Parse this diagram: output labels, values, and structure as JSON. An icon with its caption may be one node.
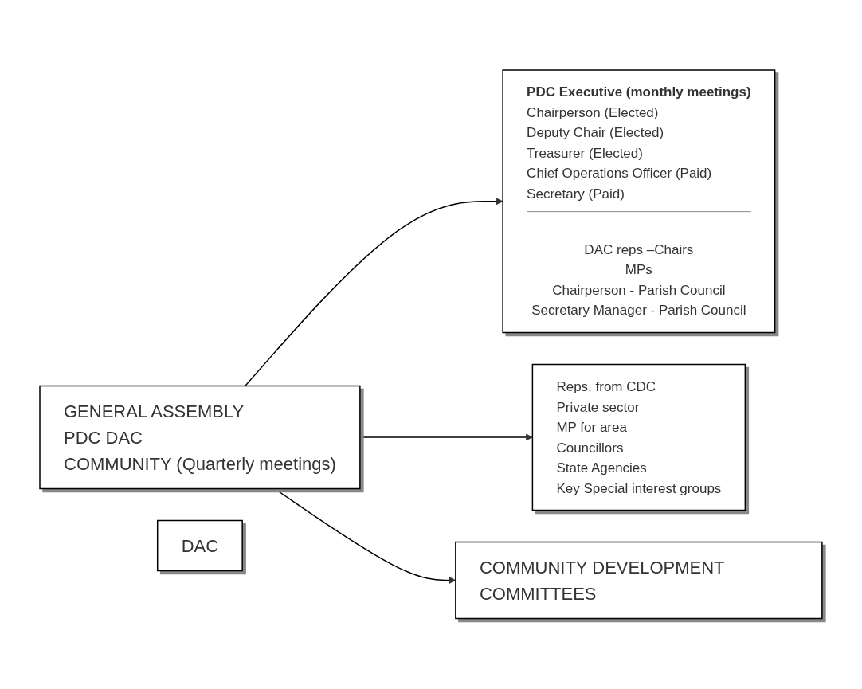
{
  "diagram": {
    "nodes": [
      {
        "text": [
          "GENERAL ASSEMBLY",
          "PDC DAC",
          "COMMUNITY (Quarterly meetings)"
        ]
      },
      {
        "text": [
          "PDC Executive (monthly meetings)",
          "Chairperson (Elected)",
          "Deputy Chair (Elected)",
          "Treasurer (Elected)",
          "Chief Operations Officer (Paid)",
          "Secretary (Paid)",
          "DAC reps –Chairs",
          "MPs",
          "Chairperson - Parish Council",
          "Secretary Manager - Parish Council"
        ]
      },
      {
        "text": [
          "DAC"
        ]
      },
      {
        "text": [
          "Reps. from CDC",
          "Private sector",
          "MP for area",
          "Councillors",
          "State Agencies",
          "Key Special interest groups"
        ]
      },
      {
        "text": [
          "COMMUNITY DEVELOPMENT COMMITTEES"
        ]
      }
    ],
    "edges": [
      {
        "from": 0,
        "to": 1,
        "arrow": "to"
      },
      {
        "from": 0,
        "to": 3,
        "arrow": "to"
      },
      {
        "from": 0,
        "to": 4,
        "arrow": "to"
      }
    ]
  }
}
